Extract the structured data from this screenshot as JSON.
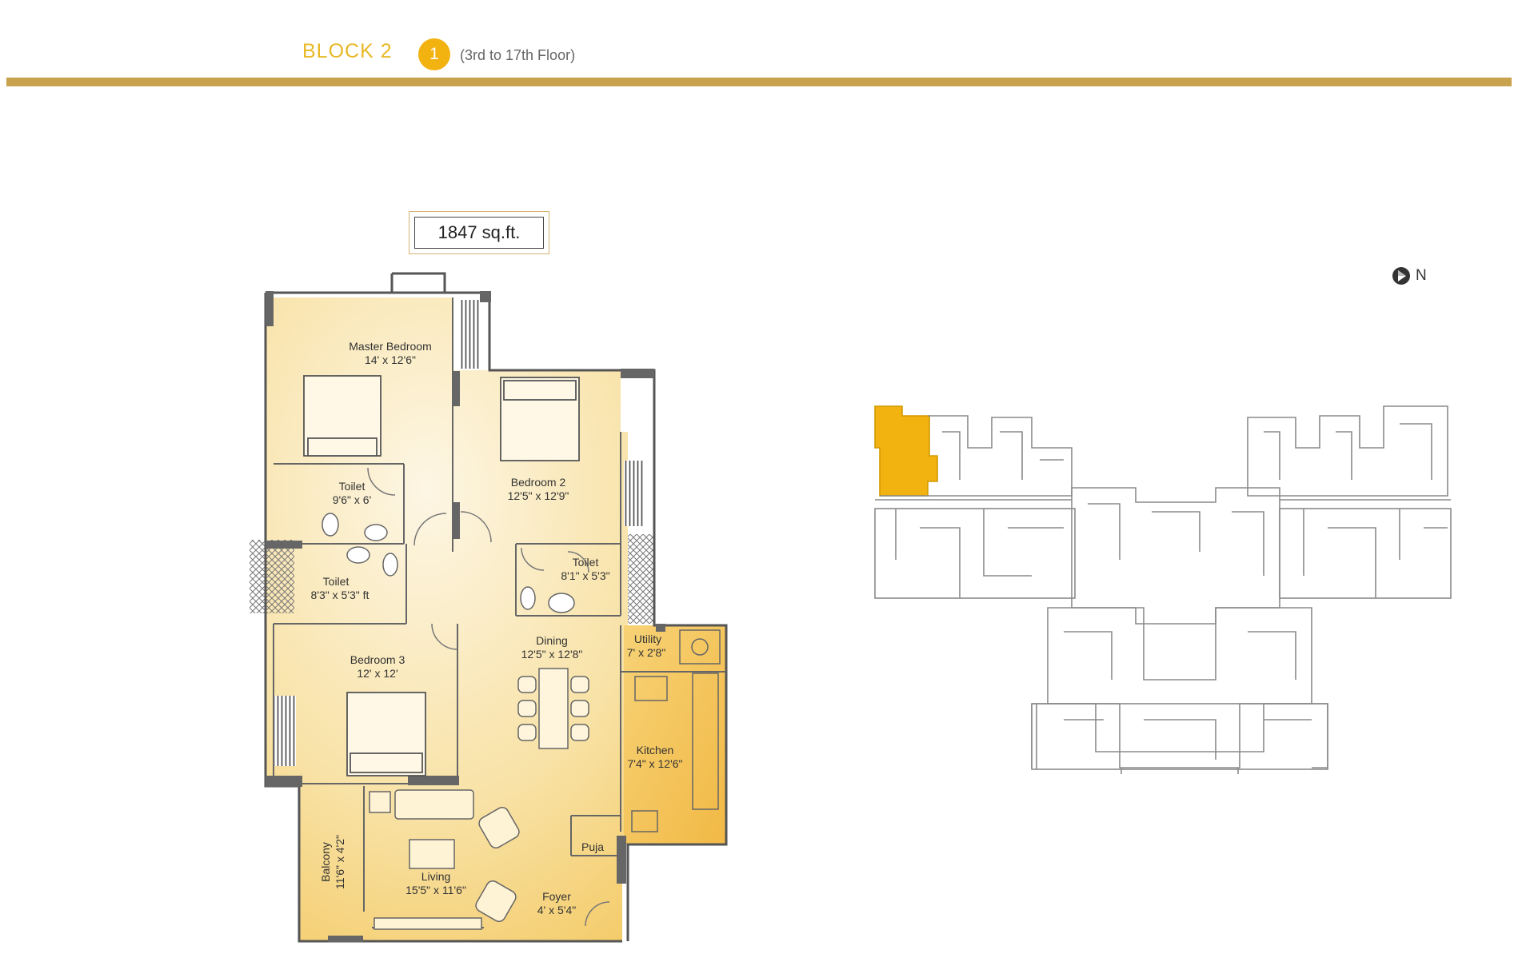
{
  "header": {
    "block_title": "BLOCK 2",
    "unit_badge": "1",
    "floor_range": "(3rd to 17th Floor)"
  },
  "area": "1847 sq.ft.",
  "north_label": "N",
  "rooms": {
    "master_bedroom": {
      "name": "Master Bedroom",
      "size": "14' x 12'6\""
    },
    "bedroom2": {
      "name": "Bedroom 2",
      "size": "12'5\" x 12'9\""
    },
    "toilet_master": {
      "name": "Toilet",
      "size": "9'6\" x 6'"
    },
    "toilet_left": {
      "name": "Toilet",
      "size": "8'3\" x 5'3\" ft"
    },
    "toilet_right": {
      "name": "Toilet",
      "size": "8'1\" x 5'3\""
    },
    "bedroom3": {
      "name": "Bedroom 3",
      "size": "12' x 12'"
    },
    "dining": {
      "name": "Dining",
      "size": "12'5\" x 12'8\""
    },
    "utility": {
      "name": "Utility",
      "size": "7' x 2'8\""
    },
    "kitchen": {
      "name": "Kitchen",
      "size": "7'4\" x 12'6\""
    },
    "puja": {
      "name": "Puja"
    },
    "living": {
      "name": "Living",
      "size": "15'5\" x 11'6\""
    },
    "foyer": {
      "name": "Foyer",
      "size": "4' x 5'4\""
    },
    "balcony": {
      "name": "Balcony",
      "size": "11'6\" x 4'2\""
    }
  },
  "colors": {
    "accent_gold": "#e8b825",
    "rule_gold": "#c9a24e",
    "highlight_unit": "#f2b20f",
    "floor_fill": "#f6dc8e"
  },
  "icons": [
    "north-compass-icon"
  ]
}
